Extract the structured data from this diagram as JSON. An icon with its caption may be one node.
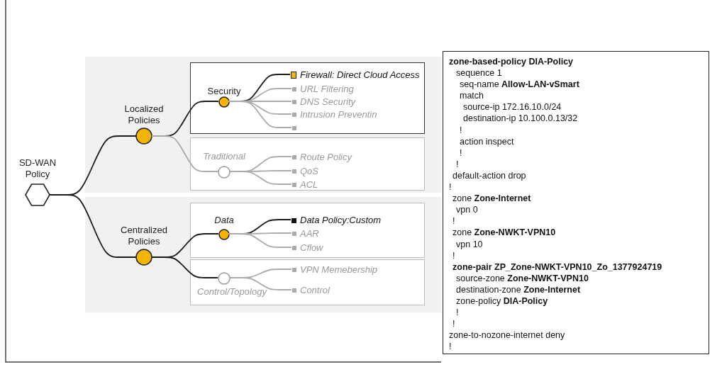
{
  "diagram": {
    "nodes": [
      {
        "text": [
          "SD-WAN Policy"
        ]
      },
      {
        "text": [
          "Localized Policies"
        ]
      },
      {
        "text": [
          "Centralized Policies"
        ]
      },
      {
        "text": [],
        "shape": "box"
      },
      {
        "text": [
          "Security"
        ],
        "in": 3
      },
      {
        "text": [
          "Firewall: Direct Cloud Access"
        ],
        "in": 3
      },
      {
        "text": [
          "URL Filtering"
        ],
        "in": 3
      },
      {
        "text": [
          "DNS Security"
        ],
        "in": 3
      },
      {
        "text": [
          "Intrusion Preventin"
        ],
        "in": 3
      },
      {
        "text": [],
        "shape": "box",
        "in": 3
      },
      {
        "text": [],
        "shape": "box"
      },
      {
        "text": [
          "Traditional"
        ],
        "in": 10
      },
      {
        "text": [
          "Route Policy"
        ],
        "in": 10
      },
      {
        "text": [
          "QoS"
        ],
        "in": 10
      },
      {
        "text": [
          "ACL"
        ],
        "in": 10
      },
      {
        "text": [],
        "shape": "box"
      },
      {
        "text": [
          "Data"
        ],
        "in": 15
      },
      {
        "text": [
          "Data Policy:Custom"
        ],
        "in": 15
      },
      {
        "text": [
          "AAR"
        ],
        "in": 15
      },
      {
        "text": [
          "Cflow"
        ],
        "in": 15
      },
      {
        "text": [],
        "shape": "box"
      },
      {
        "text": [
          "Control/Topology"
        ],
        "in": 20
      },
      {
        "text": [
          "VPN Memebership"
        ],
        "in": 20
      },
      {
        "text": [
          "Control"
        ],
        "in": 20
      },
      {
        "text": [
          "zone-based-policy DIA-Policy",
          "sequence 1",
          "seq-name **Allow-LAN-vSmart**",
          "match",
          "source-ip 172.16.10.0/24",
          "destination-ip 10.100.0.13/32",
          "!",
          "action inspect",
          "!",
          "!",
          "default-action drop",
          "!",
          "zone **Zone-Internet**",
          "vpn 0",
          "!",
          "zone **Zone-NWKT-VPN10**",
          "vpn 10",
          "!",
          "zone-pair ZP_Zone-NWKT-VPN10_Zo_1377924719",
          "source-zone **Zone-NWKT-VPN10**",
          "destination-zone **Zone-Internet**",
          "zone-policy **DIA-Policy**",
          "!",
          "!",
          "zone-to-nozone-internet deny",
          "!"
        ]
      }
    ],
    "edges": [
      {
        "from": 0,
        "to": 1,
        "arrow": "none",
        "color": "#1a1a1a"
      },
      {
        "from": 0,
        "to": 2,
        "arrow": "none",
        "color": "#1a1a1a"
      },
      {
        "from": 1,
        "to": 4,
        "arrow": "none",
        "color": "#1a1a1a"
      },
      {
        "from": 1,
        "to": 11,
        "arrow": "none"
      },
      {
        "from": 4,
        "to": 5,
        "arrow": "none",
        "color": "#1a1a1a"
      },
      {
        "from": 4,
        "to": 6,
        "arrow": "none"
      },
      {
        "from": 4,
        "to": 7,
        "arrow": "none"
      },
      {
        "from": 4,
        "to": 8,
        "arrow": "none"
      },
      {
        "from": 4,
        "to": 9,
        "arrow": "none"
      },
      {
        "from": 11,
        "to": 12,
        "arrow": "none"
      },
      {
        "from": 11,
        "to": 13,
        "arrow": "none"
      },
      {
        "from": 11,
        "to": 14,
        "arrow": "none"
      },
      {
        "from": 2,
        "to": 16,
        "arrow": "none",
        "color": "#1a1a1a"
      },
      {
        "from": 2,
        "to": 21,
        "arrow": "none",
        "color": "#1a1a1a"
      },
      {
        "from": 16,
        "to": 17,
        "arrow": "none",
        "color": "#1a1a1a"
      },
      {
        "from": 16,
        "to": 18,
        "arrow": "none"
      },
      {
        "from": 16,
        "to": 19,
        "arrow": "none"
      },
      {
        "from": 21,
        "to": 22,
        "arrow": "none"
      },
      {
        "from": 21,
        "to": 23,
        "arrow": "none"
      }
    ]
  }
}
